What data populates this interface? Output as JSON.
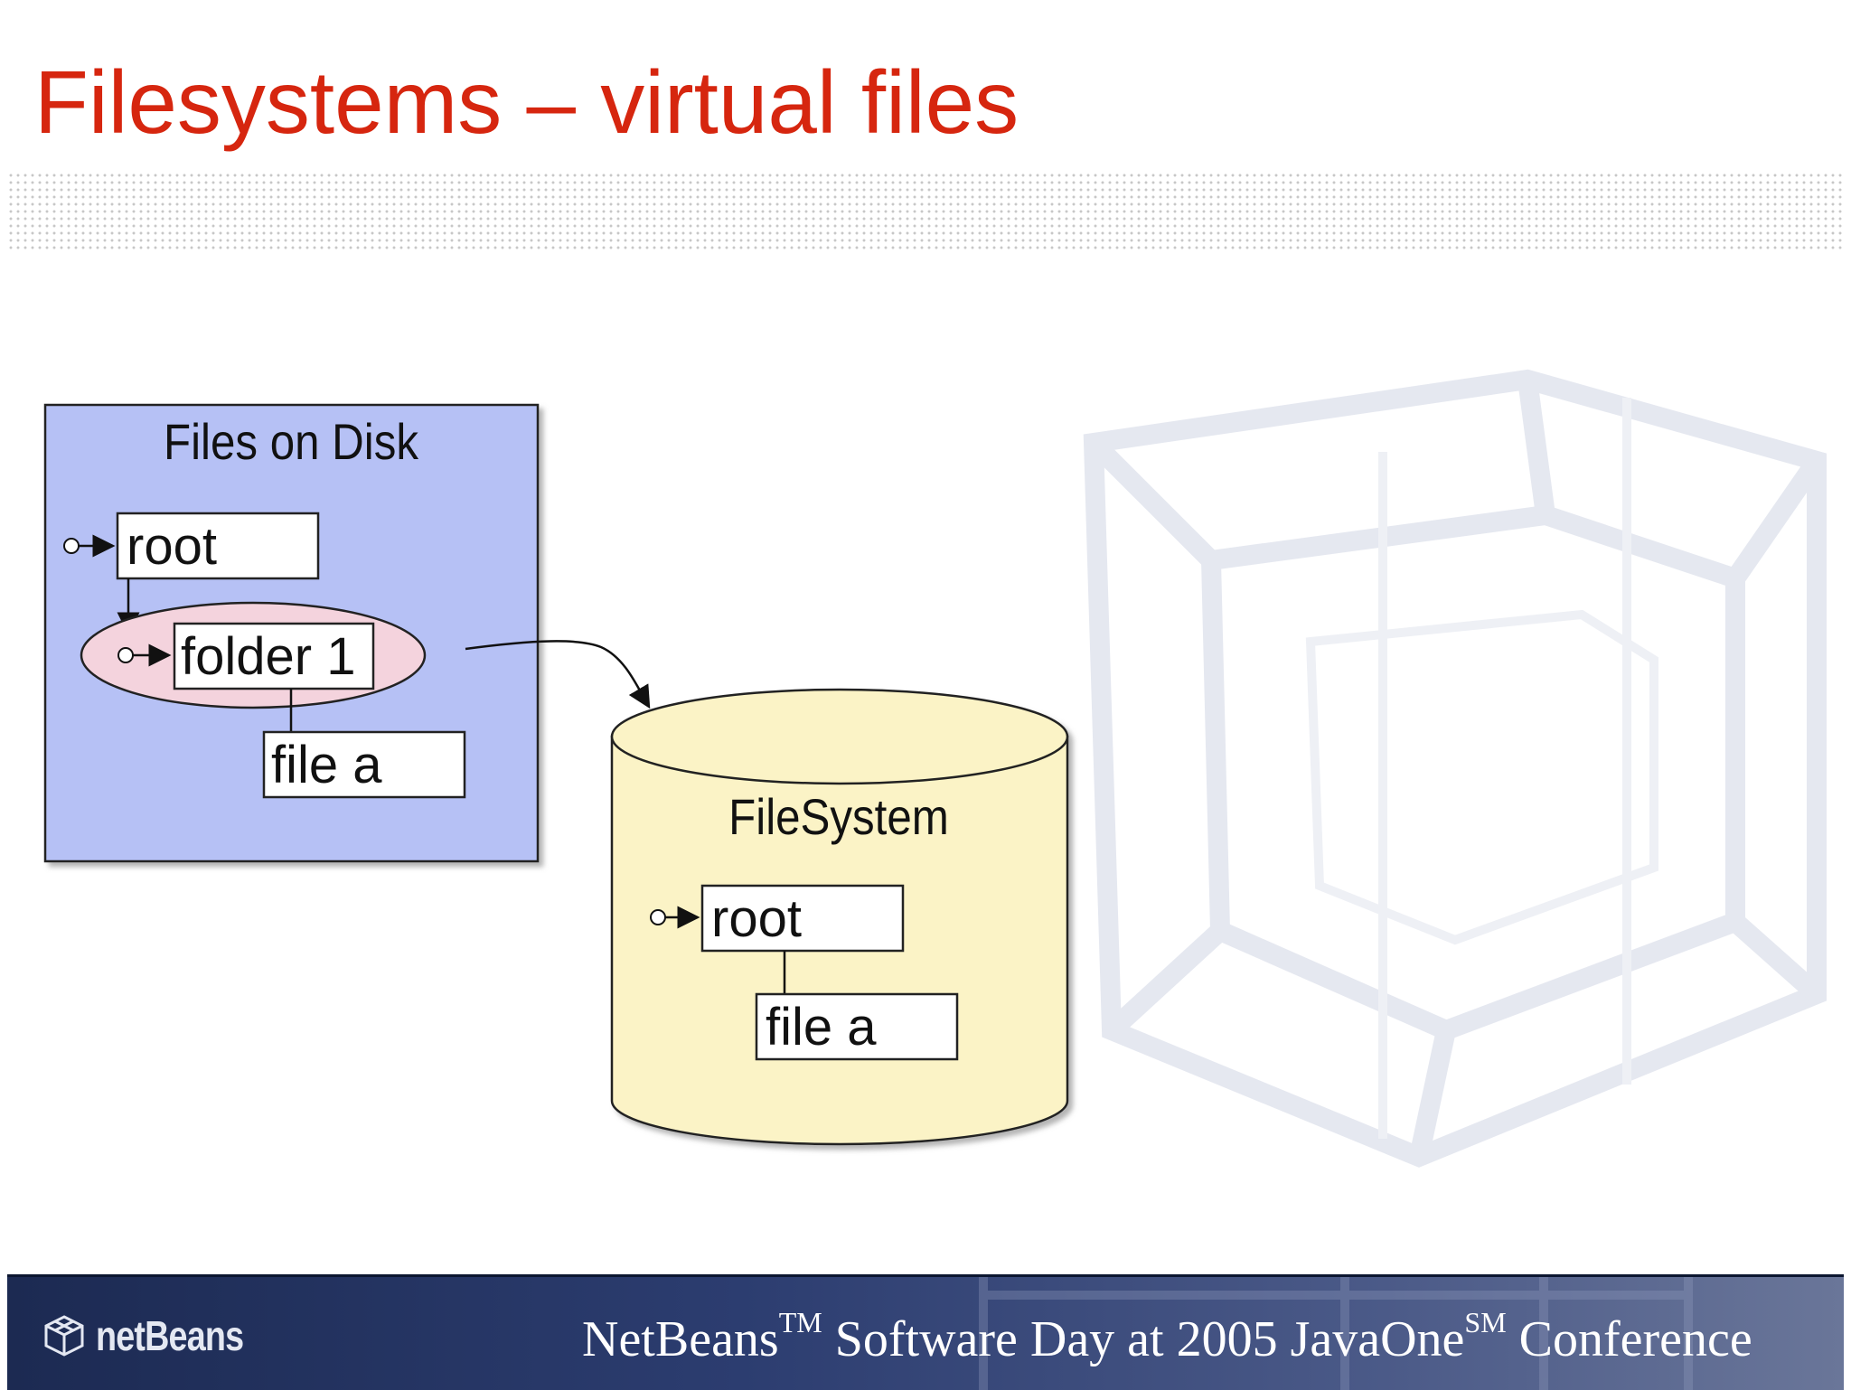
{
  "slide": {
    "title": "Filesystems – virtual files"
  },
  "diagram": {
    "disk_box": {
      "title": "Files on Disk",
      "root_label": "root",
      "folder_label": "folder 1",
      "file_label": "file a"
    },
    "filesystem": {
      "title": "FileSystem",
      "root_label": "root",
      "file_label": "file a"
    }
  },
  "footer": {
    "logo_text": "netBeans",
    "brand": "NetBeans",
    "tm": "TM",
    "middle": " Software Day at 2005 JavaOne",
    "sm": "SM",
    "end": " Conference"
  },
  "colors": {
    "title": "#d6260f",
    "disk_box_fill": "#b6c1f5",
    "folder_ellipse_fill": "#f4d3dd",
    "cylinder_fill": "#fbf3c6",
    "footer_bg": "#2c3d70"
  }
}
